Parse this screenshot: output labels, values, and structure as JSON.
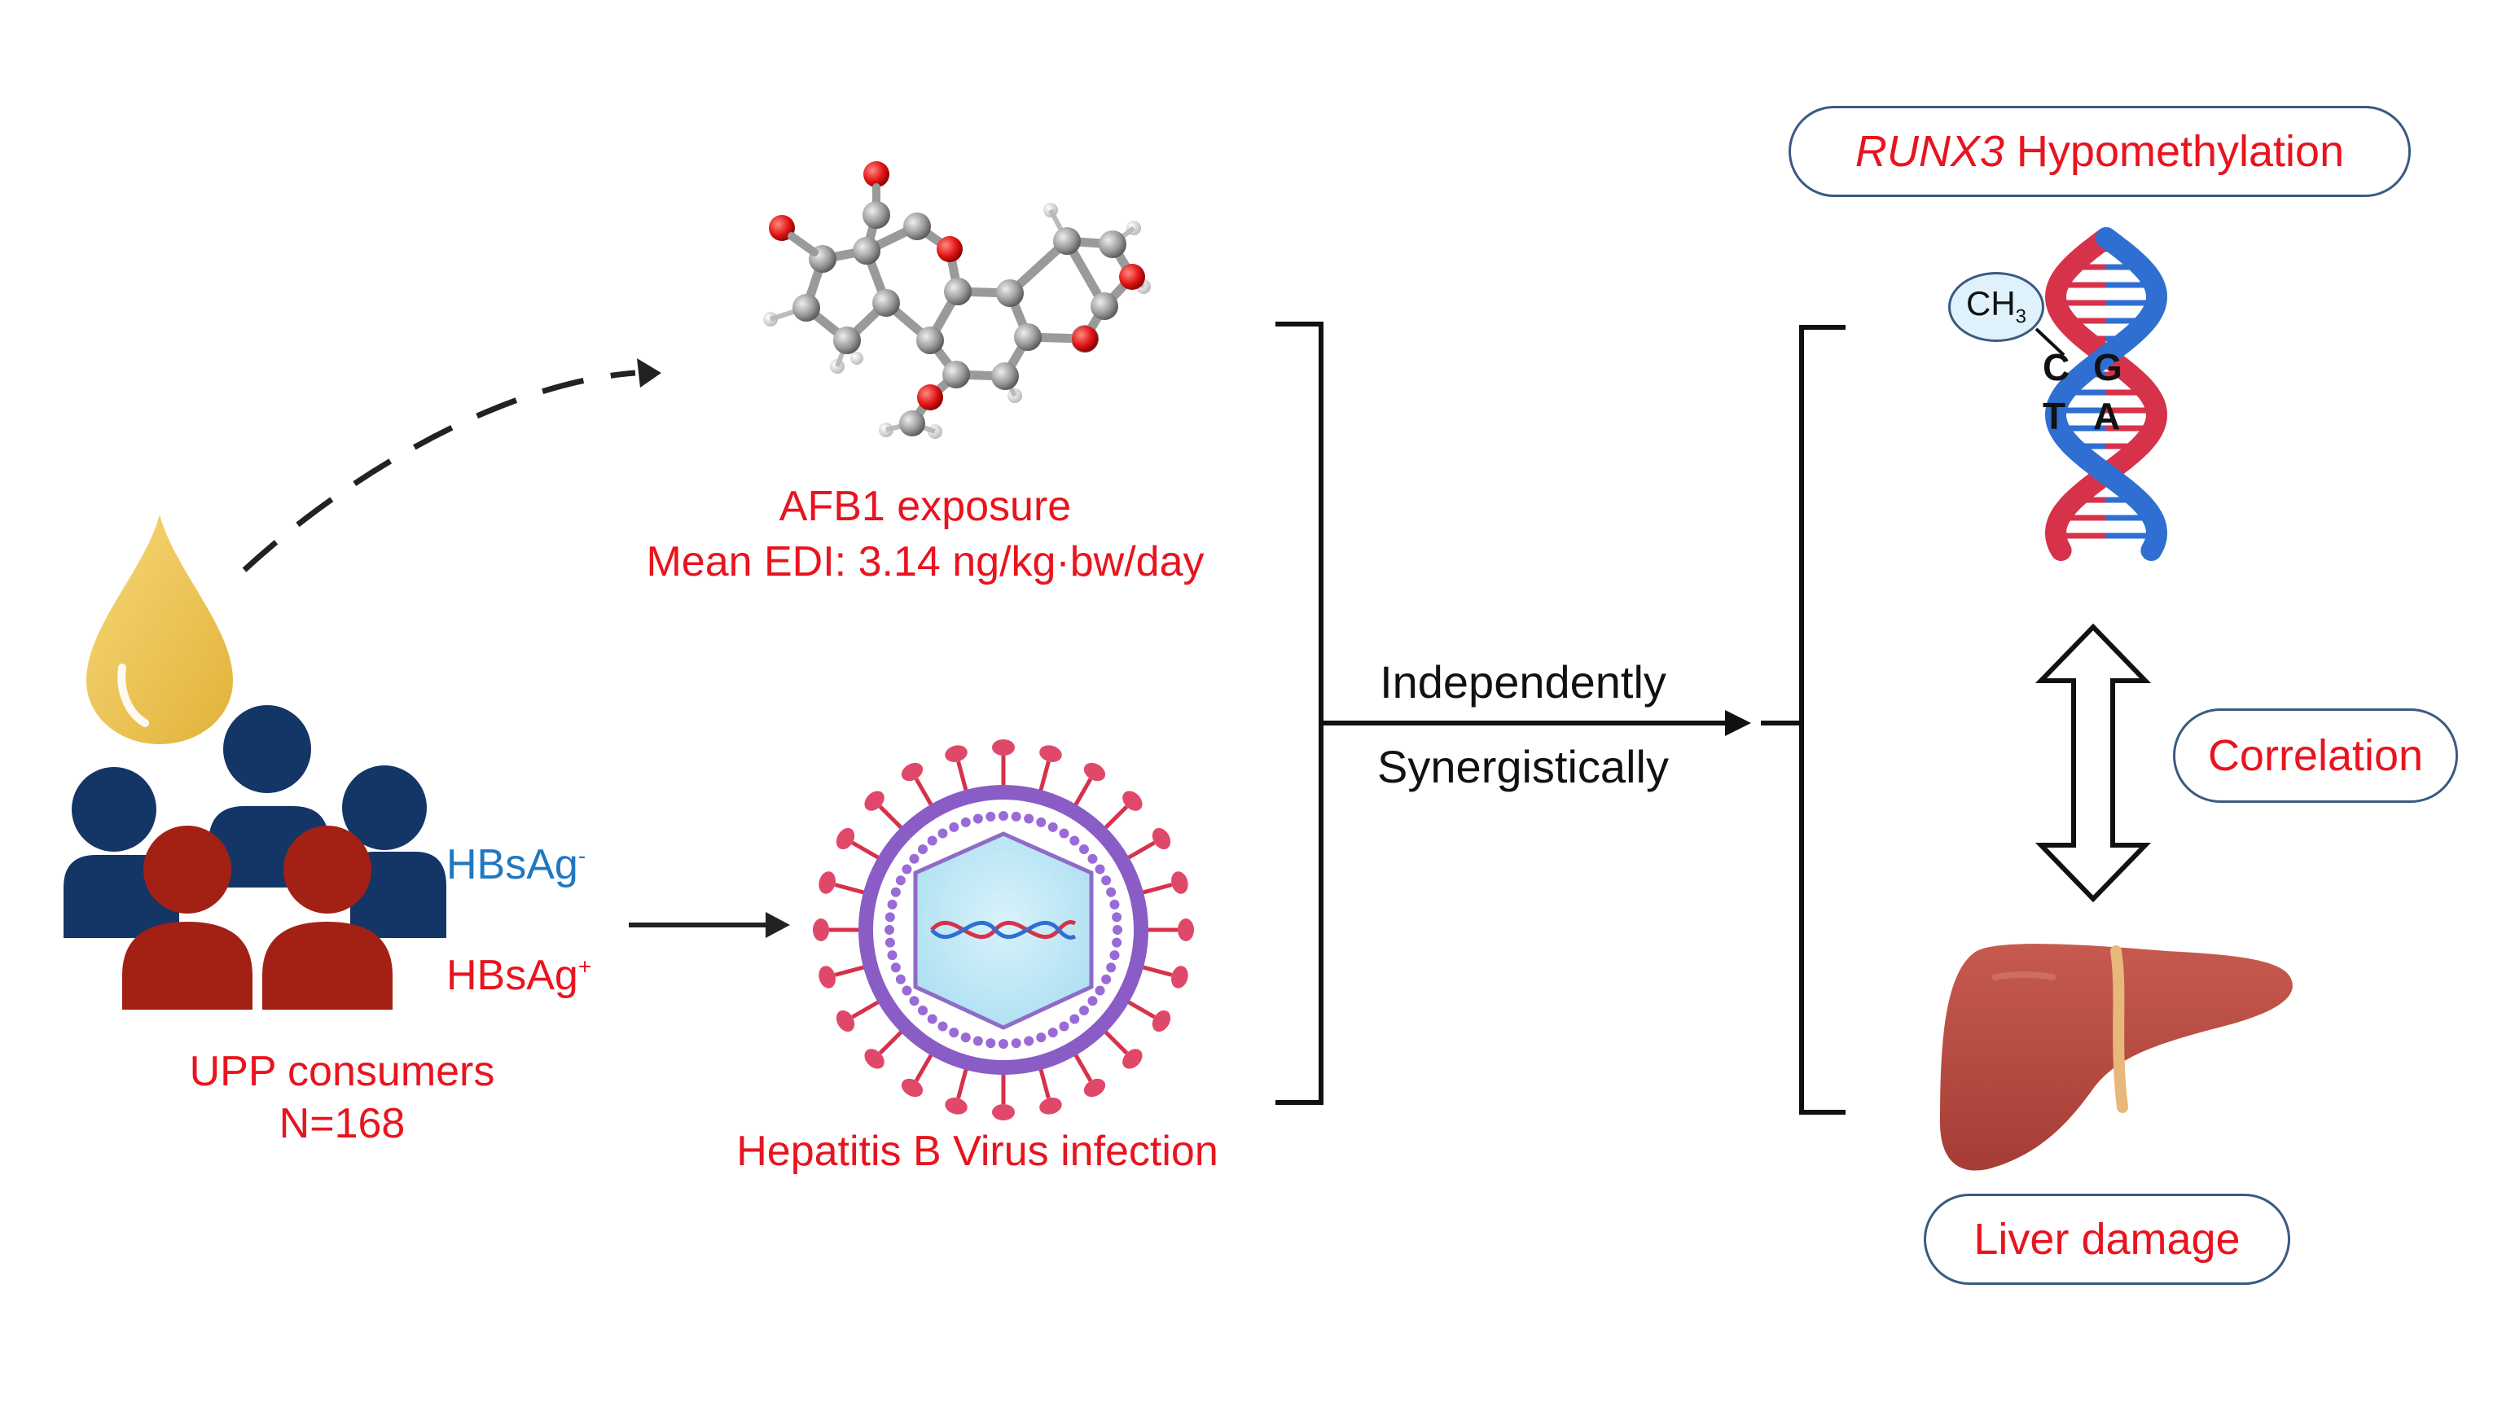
{
  "population": {
    "label": "UPP consumers",
    "n": "N=168",
    "hbsag_neg": {
      "base": "HBsAg",
      "sup": "-"
    },
    "hbsag_pos": {
      "base": "HBsAg",
      "sup": "+"
    }
  },
  "exposures": {
    "afb1": {
      "line1": "AFB1 exposure",
      "line2": "Mean EDI: 3.14 ng/kg·bw/day"
    },
    "hbv": {
      "label": "Hepatitis B Virus infection"
    }
  },
  "effect": {
    "line1": "Independently",
    "line2": "Synergistically"
  },
  "outcomes": {
    "methylation": {
      "gene": "RUNX3",
      "rest": " Hypomethylation"
    },
    "dna": {
      "methyl": "CH",
      "methyl_sub": "3",
      "pair1_left": "C",
      "pair1_right": "G",
      "pair2_left": "T",
      "pair2_right": "A"
    },
    "correlation": "Correlation",
    "liver": "Liver damage"
  },
  "colors": {
    "red_text": "#e8141e",
    "blue_text": "#1f78c1",
    "navy_people": "#143666",
    "dark_red_people": "#a32015",
    "oil_drop": "#efc85a",
    "liver": "#b5473e",
    "dna_red": "#d6324a",
    "dna_blue": "#2f6fd1"
  }
}
